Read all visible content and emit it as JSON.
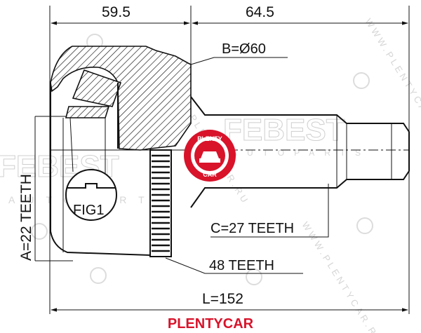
{
  "dimensions": {
    "top_left": "59.5",
    "top_right": "64.5",
    "bore": "B=Ø60",
    "outer_splines": "C=27 TEETH",
    "abs_ring": "48 TEETH",
    "inner_splines": "A=22 TEETH",
    "length": "L=152"
  },
  "figure_label": "FIG1",
  "badge": {
    "top": "PLENTY",
    "bottom": "CAR"
  },
  "footer": "PLENTYCAR",
  "watermarks": {
    "logo": "FEBEST",
    "sub": "AUTOPARTS",
    "diag": "WWW.PLENTYCAR.RU"
  },
  "colors": {
    "brand_red": "#d8132a",
    "line": "#111111",
    "watermark": "#d0d0d0"
  }
}
